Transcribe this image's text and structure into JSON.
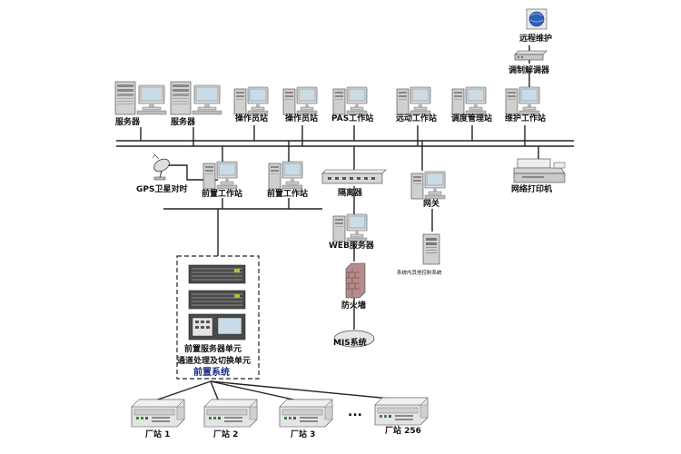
{
  "labels": {
    "remote_maint": "远程维护",
    "modem": "调制解调器",
    "server1": "服务器",
    "server2": "服务器",
    "op1": "操作员站",
    "op2": "操作员站",
    "pas": "PAS工作站",
    "remote_ws": "远动工作站",
    "dispatch": "调度管理站",
    "maint_ws": "维护工作站",
    "gps": "GPS卫星对时",
    "front1": "前置工作站",
    "front2": "前置工作站",
    "isolator": "隔离器",
    "gateway": "网关",
    "printer": "网络打印机",
    "web": "WEB服务器",
    "other_ctrl": "系统内其他控制系统",
    "firewall": "防火墙",
    "mis": "MIS系统",
    "front_srv_unit": "前置服务器单元",
    "channel_unit": "通道处理及切换单元",
    "front_system": "前置系统",
    "ellipsis": "...",
    "st1": "厂站 1",
    "st2": "厂站 2",
    "st3": "厂站 3",
    "st256": "厂站 256"
  },
  "colors": {
    "line": "#222222",
    "accent_blue": "#1c2a86",
    "device_gray": "#d6d6d6",
    "screen": "#c9dbe6"
  }
}
